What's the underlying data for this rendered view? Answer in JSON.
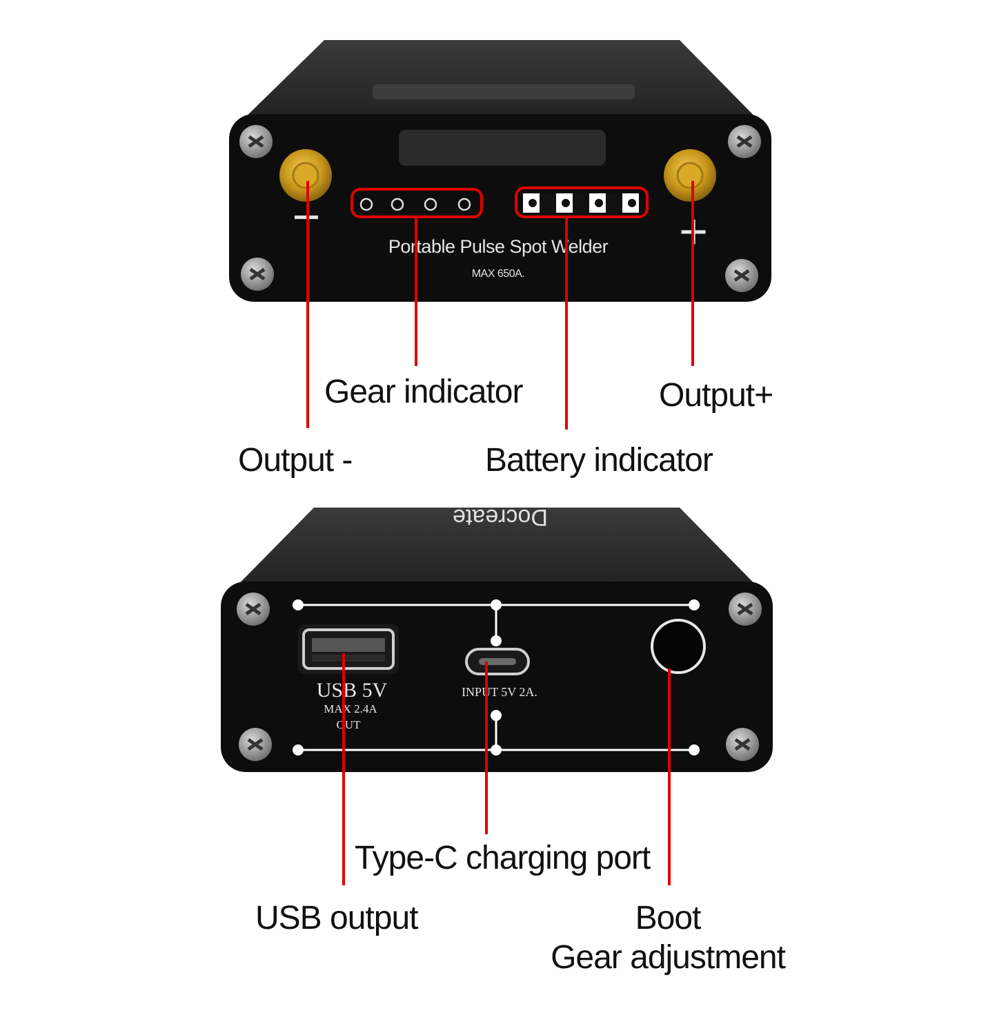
{
  "colors": {
    "leader": "#e00000",
    "body": "#111111",
    "panel": "#0c0c0c",
    "terminal": "#c99a1a",
    "label": "#111111"
  },
  "front": {
    "title": "Portable Pulse Spot Welder",
    "subtitle": "MAX 650A.",
    "minus_symbol": "−",
    "plus_symbol": "+"
  },
  "back": {
    "brand": "Docreate",
    "usb_label": "USB  5V",
    "usb_sub1": "MAX  2.4A",
    "usb_sub2": "OUT",
    "input_label": "INPUT  5V  2A."
  },
  "callouts": {
    "gear_indicator": "Gear indicator",
    "output_plus": "Output+",
    "output_minus": "Output -",
    "battery_indicator": "Battery indicator",
    "typec": "Type-C charging port",
    "usb_output": "USB output",
    "boot_line1": "Boot",
    "boot_line2": "Gear adjustment"
  },
  "icons": [
    "screw-icon",
    "terminal-icon",
    "led-dot-icon",
    "battery-segment-icon",
    "usb-port-icon",
    "typec-port-icon",
    "power-button-icon"
  ]
}
